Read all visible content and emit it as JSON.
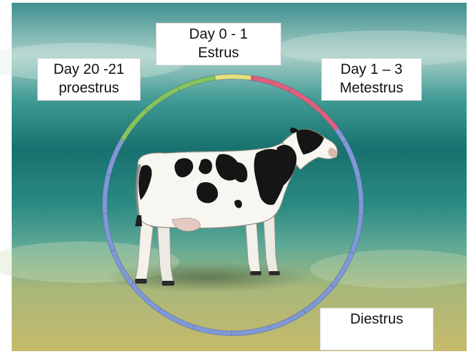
{
  "cycle": {
    "colors": {
      "estrus": "#e8e07a",
      "metestrus": "#e0607a",
      "diestrus": "#7f98d6",
      "proestrus": "#84c45a"
    },
    "labels": {
      "estrus": {
        "line1": "Day 0 - 1",
        "line2": "Estrus"
      },
      "metestrus": {
        "line1": "Day 1 – 3",
        "line2": "Metestrus"
      },
      "diestrus": {
        "line1": "Diestrus"
      },
      "proestrus": {
        "line1": "Day 20 -21",
        "line2": "proestrus"
      }
    },
    "subject_image": "holstein-cow"
  }
}
